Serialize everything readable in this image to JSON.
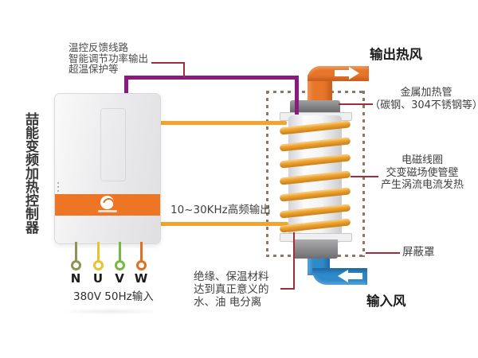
{
  "colors": {
    "signal_wire_purple": "#871b7f",
    "annotation_red": "#a12c3c",
    "hf_wire_orange": "#f2a52e",
    "coil_orange": "#f0a430",
    "pipe_hot_orange": "#e8762a",
    "pipe_cold_blue": "#2f8acb",
    "shield_dash_brown": "#8f7766",
    "brand_band_orange": "#ed7524"
  },
  "controller": {
    "vertical_title": "喆能变频加热控制器",
    "terminals": {
      "labels": [
        "N",
        "U",
        "V",
        "W"
      ],
      "wire_colors": [
        "#8f9255",
        "#e8c231",
        "#76b843",
        "#e0701f"
      ],
      "power_spec": "380V 50Hz输入"
    }
  },
  "labels": {
    "feedback_line1": "温控反馈线路",
    "feedback_line2": "智能调节功率输出",
    "feedback_line3": "超温保护等",
    "hf_output": "10~30KHz高频输出",
    "output_air": "输出热风",
    "tube_line1": "金属加热管",
    "tube_line2": "（碳钢、304不锈钢等）",
    "coil_line1": "电磁线圈",
    "coil_line2": "交变磁场使管壁",
    "coil_line3": "产生涡流电流发热",
    "shield": "屏蔽罩",
    "input_air": "输入风",
    "insulation_line1": "绝缘、保温材料",
    "insulation_line2": "达到真正意义的",
    "insulation_line3": "水、油 电分离"
  }
}
